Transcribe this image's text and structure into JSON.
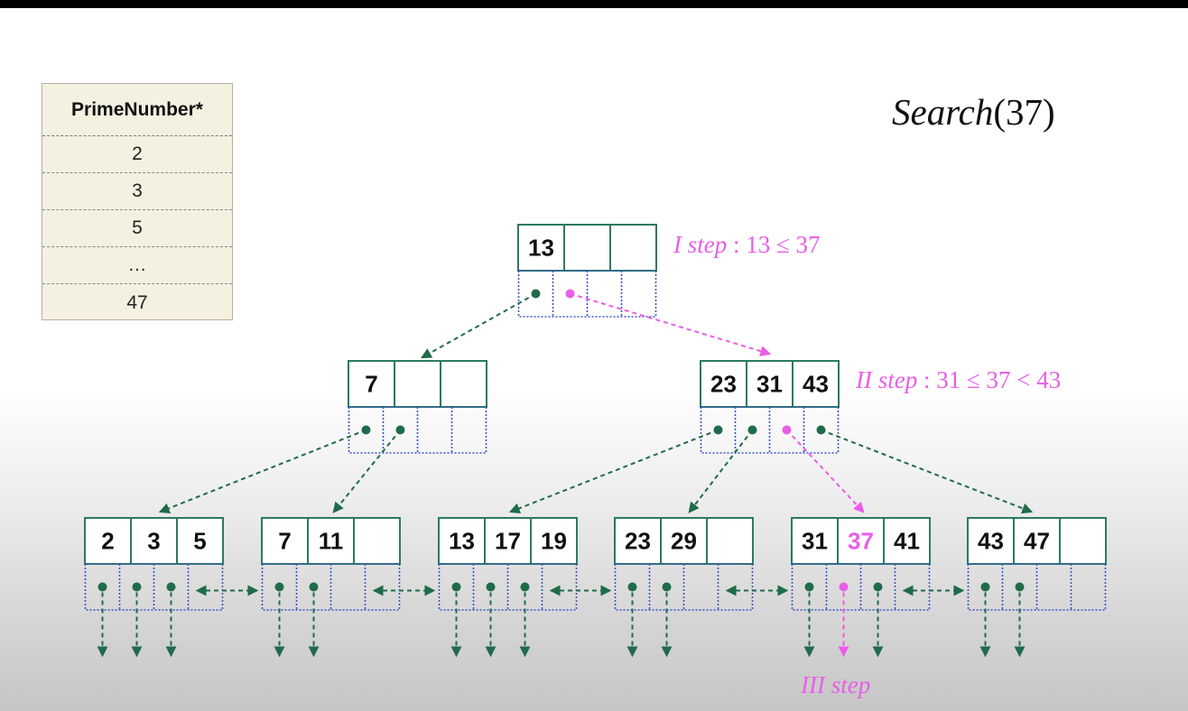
{
  "table": {
    "header": "PrimeNumber*",
    "rows": [
      "2",
      "3",
      "5",
      "…",
      "47"
    ]
  },
  "title": {
    "func": "Search",
    "arg": "(37)"
  },
  "steps": {
    "step1": {
      "label": "I step",
      "expr": ":  13 ≤ 37"
    },
    "step2": {
      "label": "II step",
      "expr": ":  31 ≤ 37 < 43"
    },
    "step3": {
      "label": "III step"
    }
  },
  "tree": {
    "root": [
      "13",
      "",
      ""
    ],
    "level1": [
      [
        "7",
        "",
        ""
      ],
      [
        "23",
        "31",
        "43"
      ]
    ],
    "leaves": [
      [
        "2",
        "3",
        "5"
      ],
      [
        "7",
        "11",
        ""
      ],
      [
        "13",
        "17",
        "19"
      ],
      [
        "23",
        "29",
        ""
      ],
      [
        "31",
        "37",
        "41"
      ],
      [
        "43",
        "47",
        ""
      ]
    ],
    "search_key": "37"
  },
  "colors": {
    "node_border": "#2d7a5e",
    "pointer_border": "#3b55c9",
    "pointer_green": "#1f6b4a",
    "search_path": "#ea5de8"
  }
}
